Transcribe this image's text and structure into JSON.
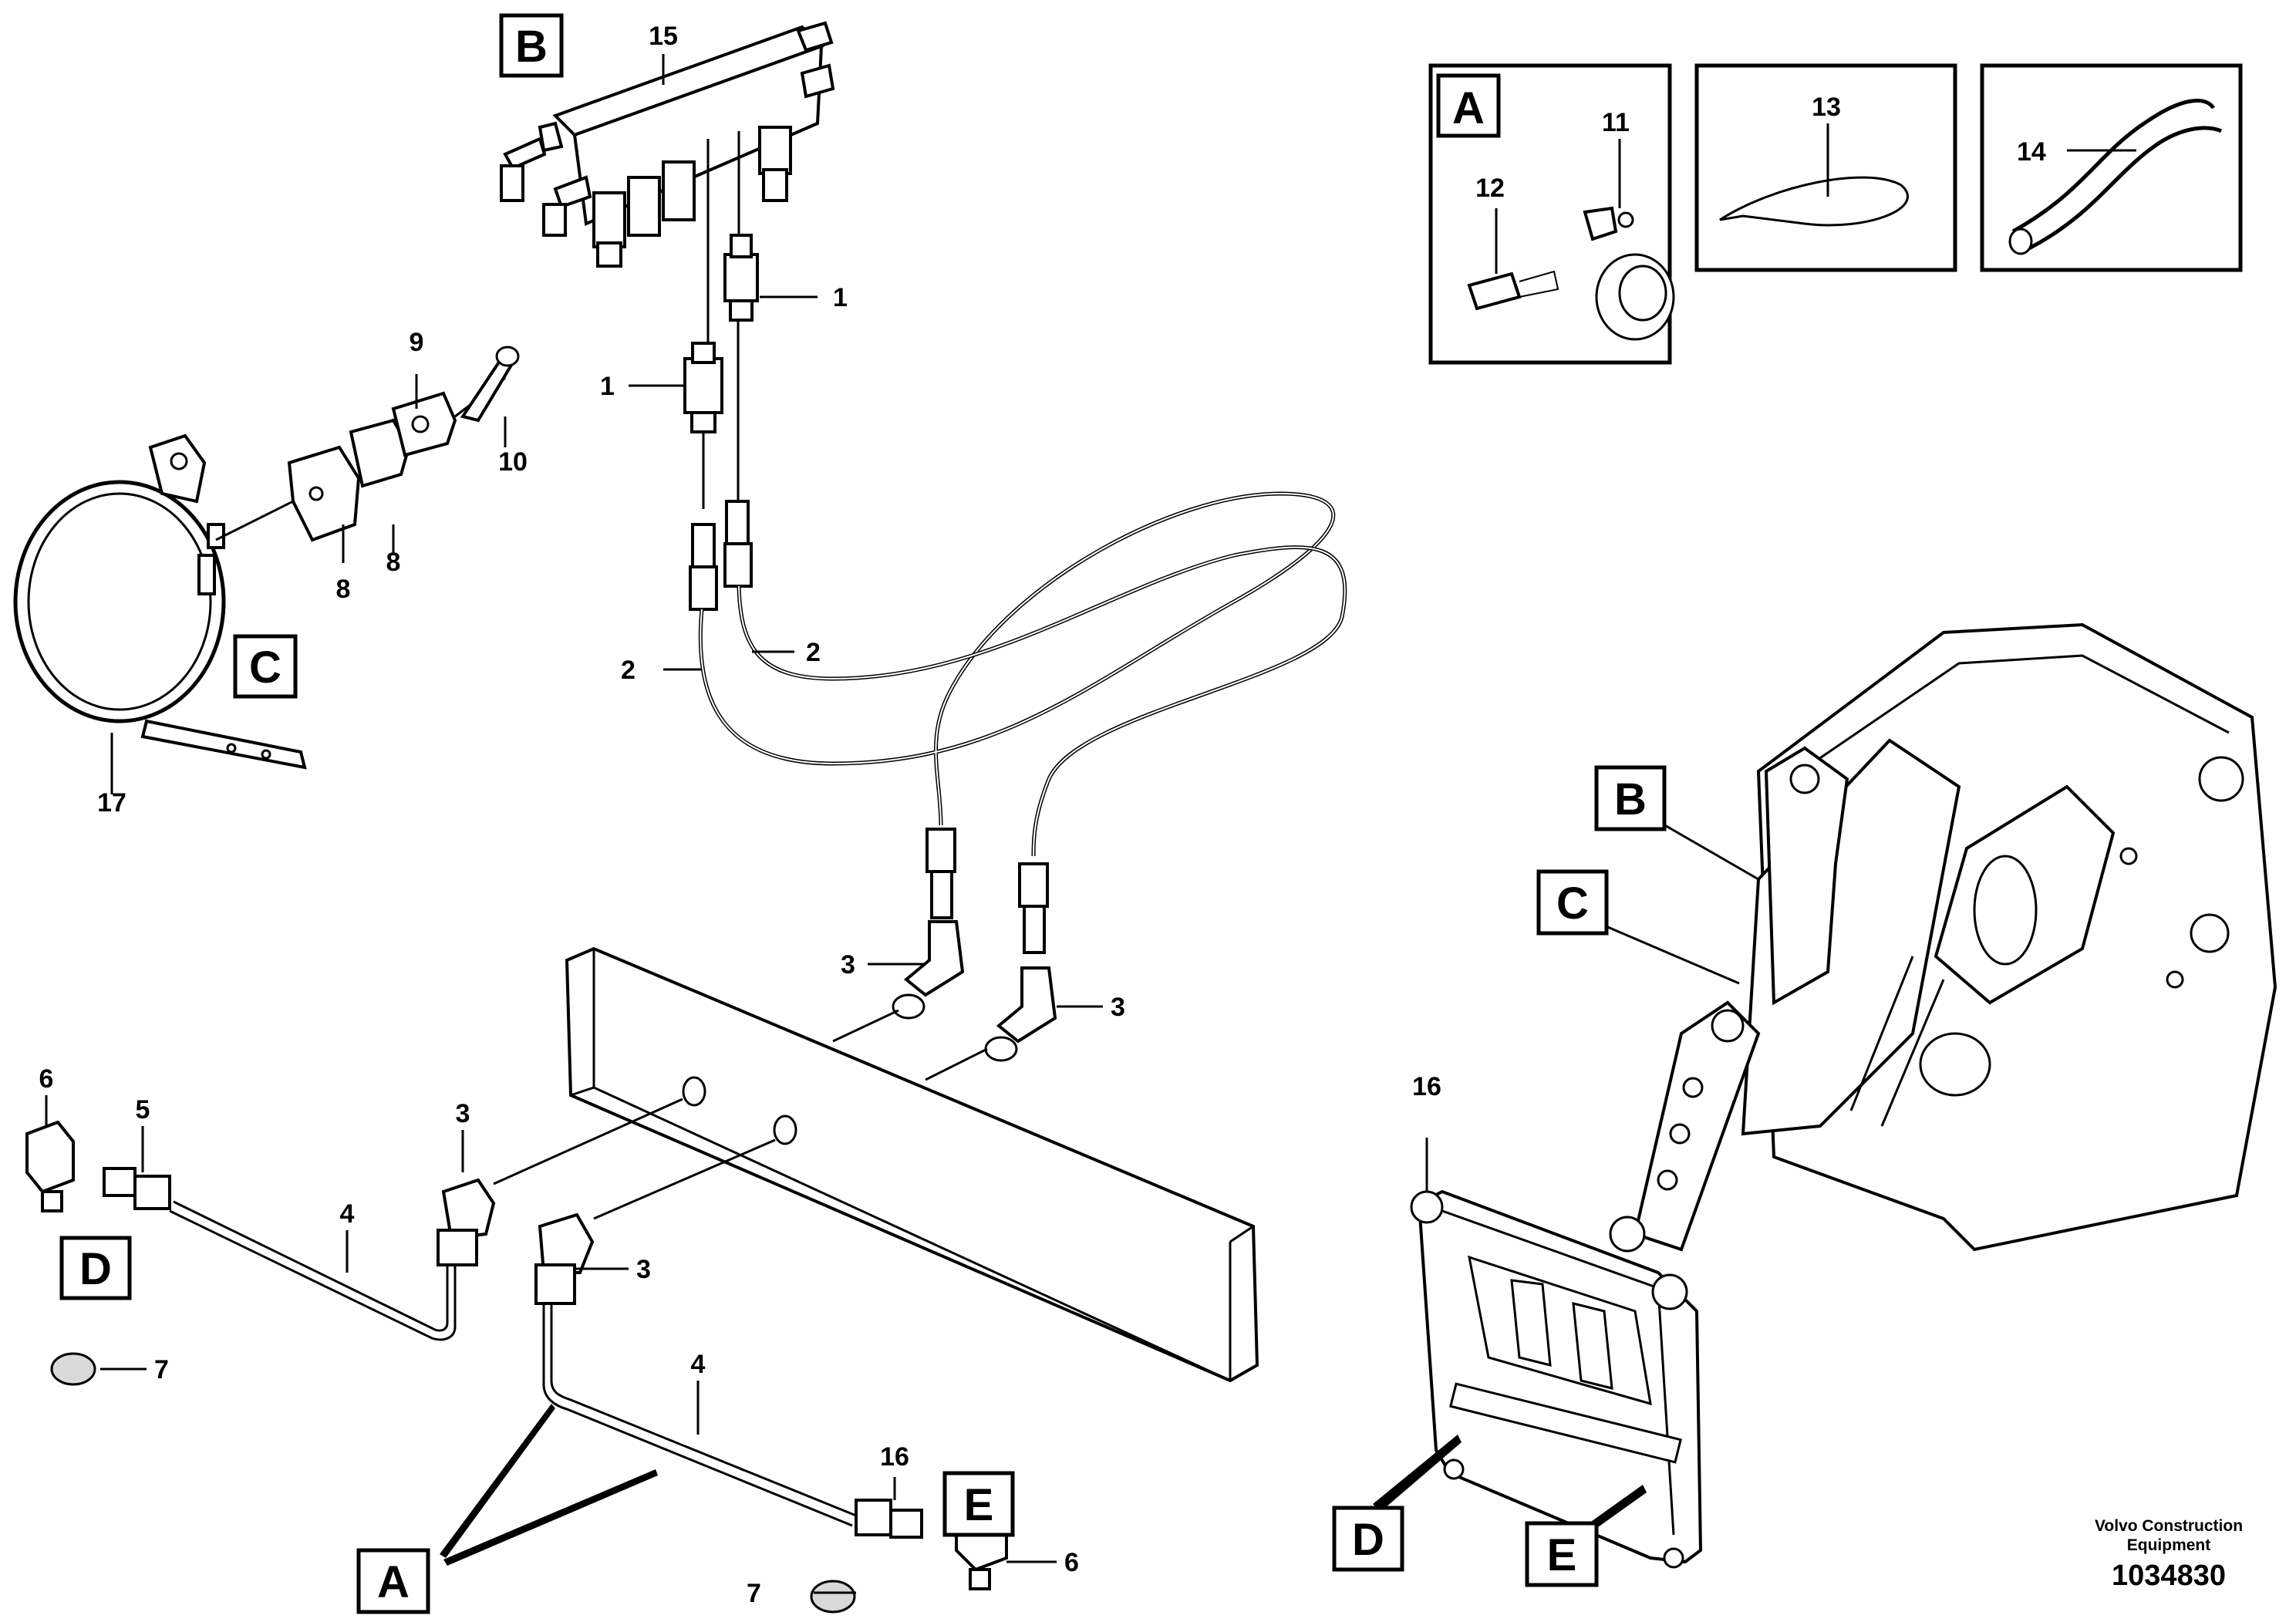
{
  "callouts": {
    "c1a": "1",
    "c1b": "1",
    "c2a": "2",
    "c2b": "2",
    "c3a": "3",
    "c3b": "3",
    "c3c": "3",
    "c3d": "3",
    "c4a": "4",
    "c4b": "4",
    "c5": "5",
    "c6a": "6",
    "c6b": "6",
    "c7a": "7",
    "c7b": "7",
    "c8a": "8",
    "c8b": "8",
    "c9": "9",
    "c10": "10",
    "c11": "11",
    "c12": "12",
    "c13": "13",
    "c14": "14",
    "c15": "15",
    "c16a": "16",
    "c16b": "16",
    "c17": "17"
  },
  "boxes": {
    "A_top": "A",
    "A_bottom": "A",
    "B_top": "B",
    "B_machine": "B",
    "C_left": "C",
    "C_machine": "C",
    "D_left": "D",
    "D_machine": "D",
    "E_bottom": "E",
    "E_machine": "E"
  },
  "footer": {
    "brand_line1": "Volvo Construction",
    "brand_line2": "Equipment",
    "doc_number": "1034830"
  }
}
